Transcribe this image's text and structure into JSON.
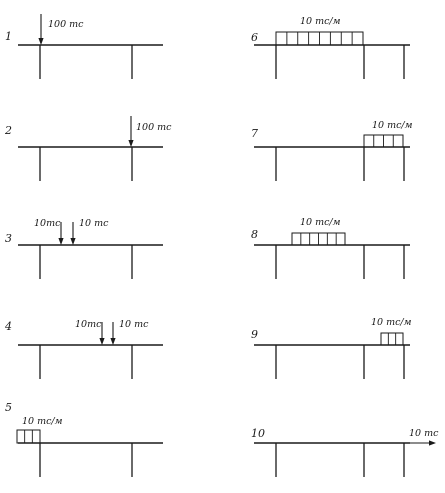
{
  "cases": [
    {
      "number": "1",
      "kind": "point",
      "labels": [
        "100 тс"
      ]
    },
    {
      "number": "2",
      "kind": "point",
      "labels": [
        "100 тс"
      ]
    },
    {
      "number": "3",
      "kind": "point",
      "labels": [
        "10тс",
        "10 тс"
      ]
    },
    {
      "number": "4",
      "kind": "point",
      "labels": [
        "10тс",
        "10 тс"
      ]
    },
    {
      "number": "5",
      "kind": "udl",
      "labels": [
        "10 тс/м"
      ]
    },
    {
      "number": "6",
      "kind": "udl",
      "labels": [
        "10 тс/м"
      ]
    },
    {
      "number": "7",
      "kind": "udl",
      "labels": [
        "10 тс/м"
      ]
    },
    {
      "number": "8",
      "kind": "udl",
      "labels": [
        "10 тс/м"
      ]
    },
    {
      "number": "9",
      "kind": "udl",
      "labels": [
        "10 тс/м"
      ]
    },
    {
      "number": "10",
      "kind": "horizontal",
      "labels": [
        "10 тс"
      ]
    }
  ]
}
